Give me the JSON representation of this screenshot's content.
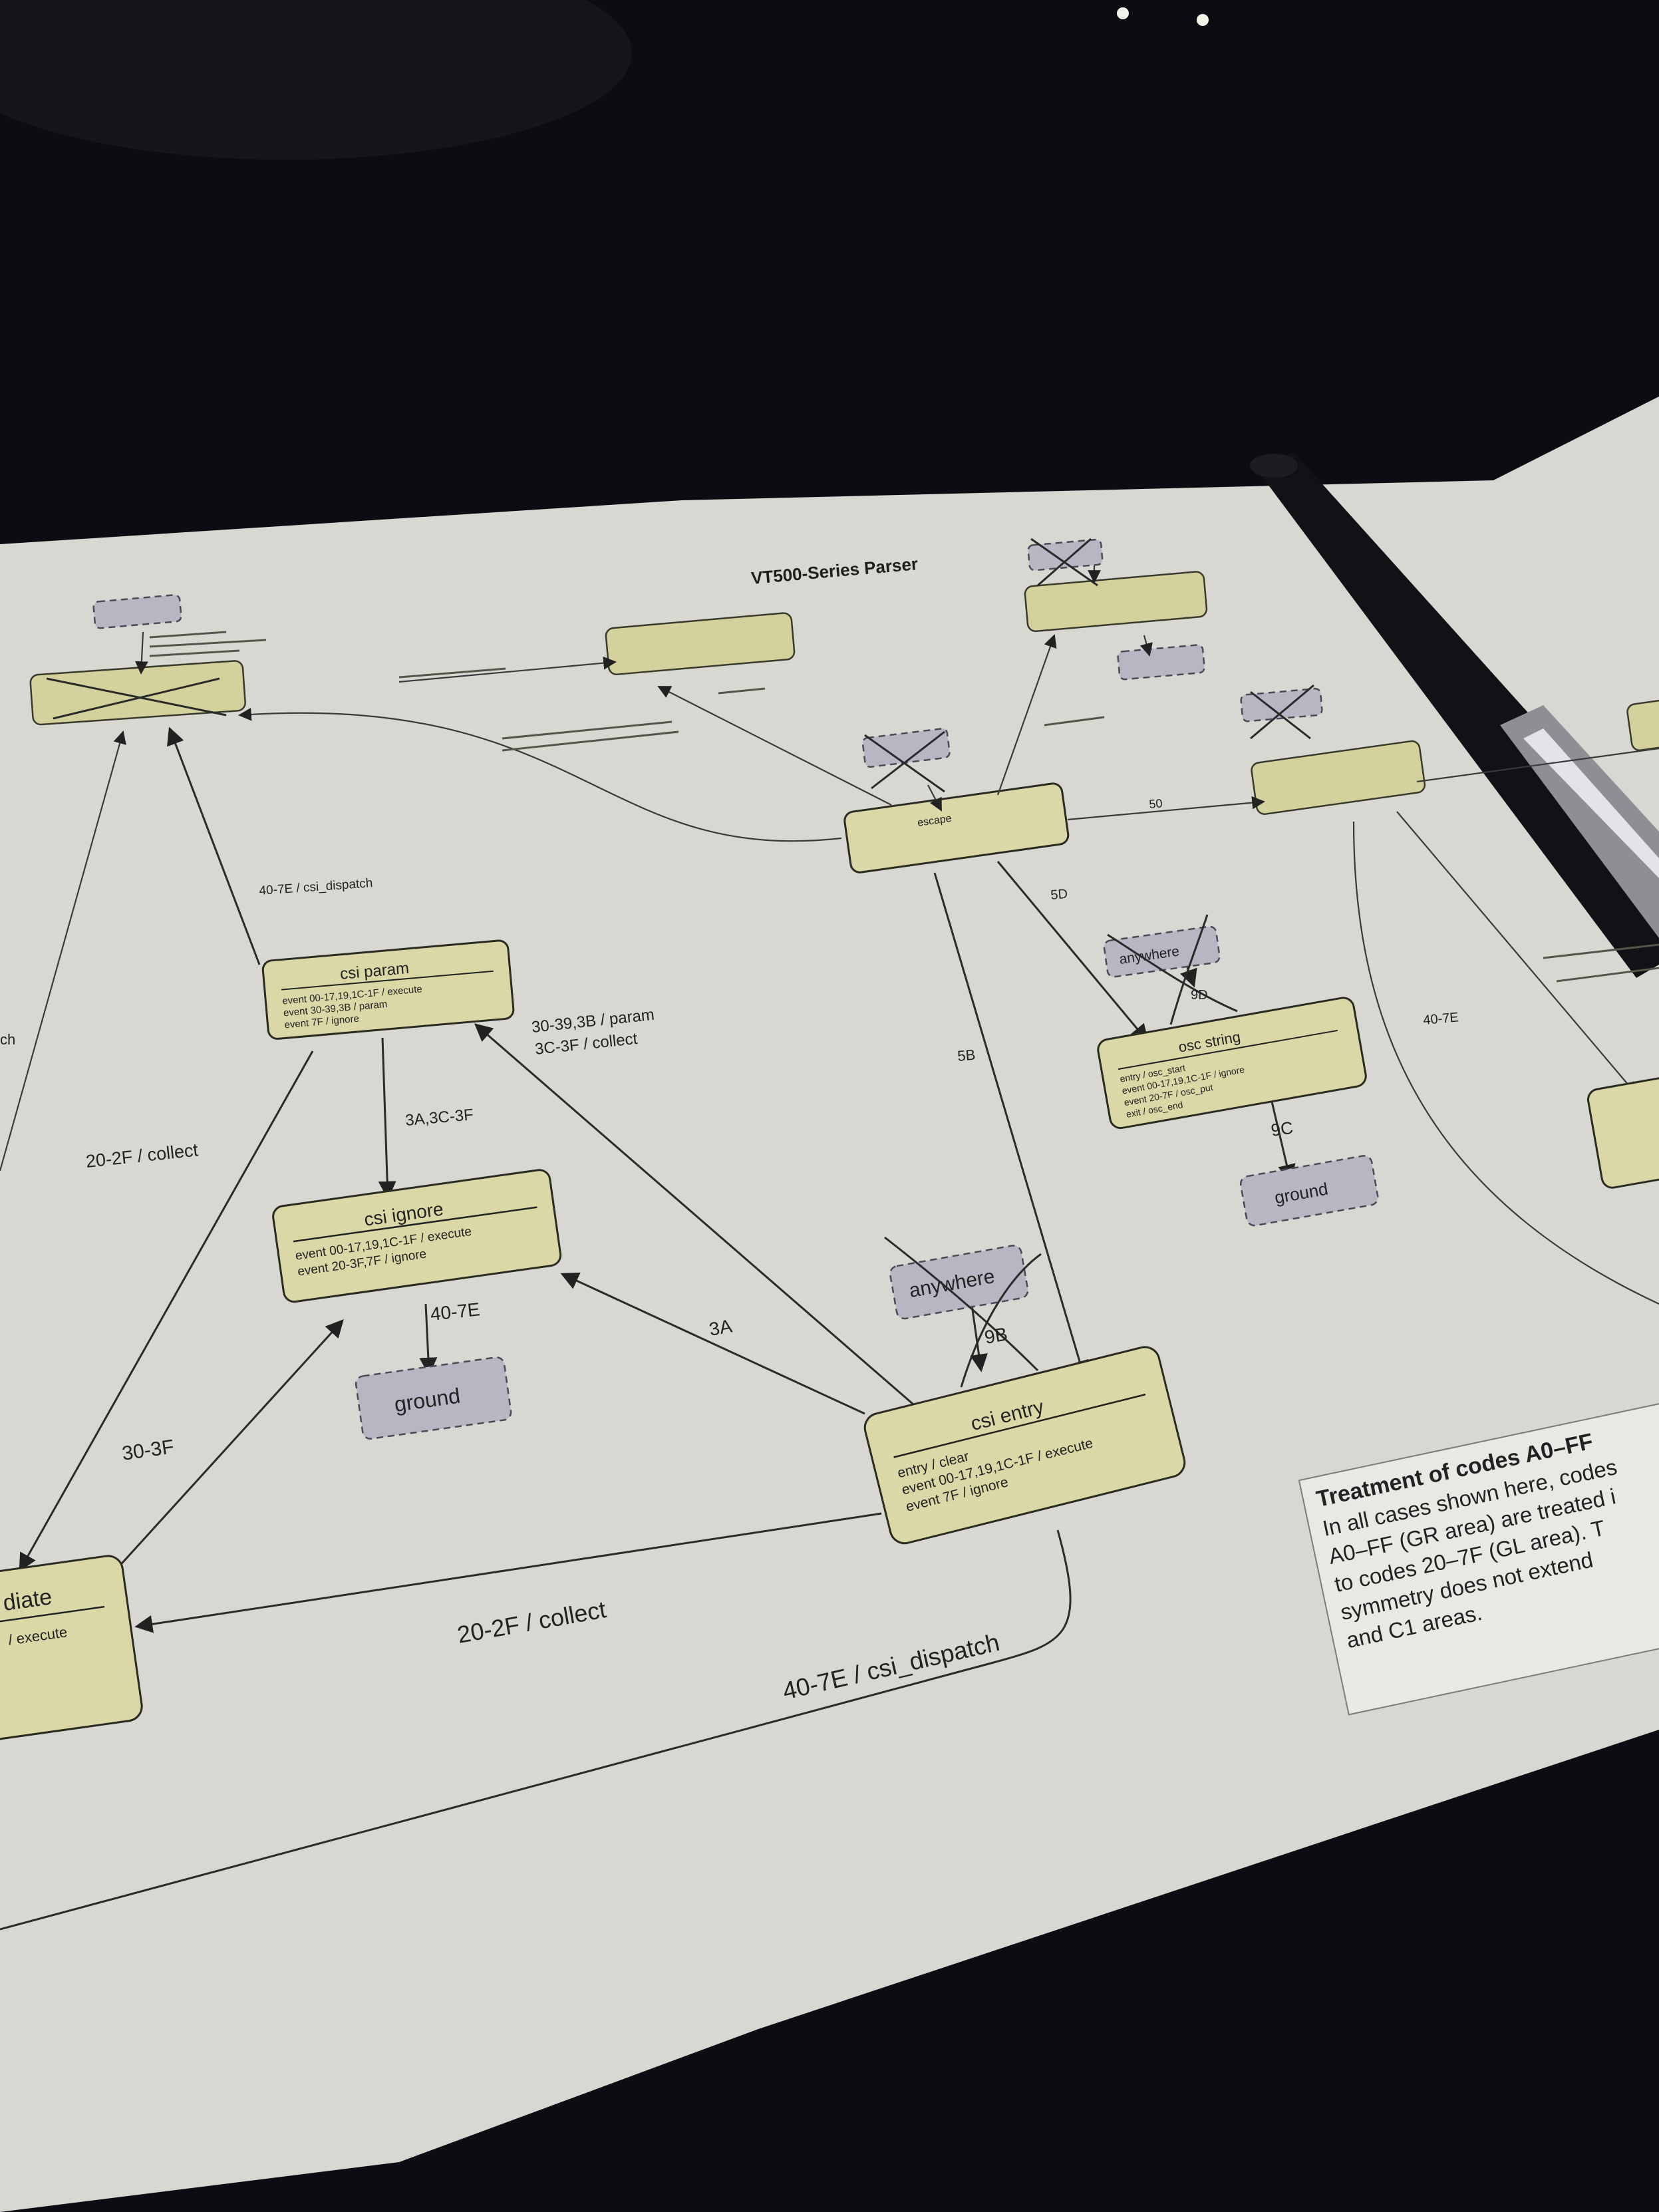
{
  "diagram": {
    "title": "VT500-Series Parser",
    "states": {
      "csi_param": {
        "name": "csi param",
        "lines": [
          "event 00-17,19,1C-1F / execute",
          "event 30-39,3B / param",
          "event 7F / ignore"
        ]
      },
      "csi_ignore": {
        "name": "csi ignore",
        "lines": [
          "event 00-17,19,1C-1F / execute",
          "event 20-3F,7F / ignore"
        ]
      },
      "csi_entry": {
        "name": "csi entry",
        "lines": [
          "entry / clear",
          "event 00-17,19,1C-1F / execute",
          "event 7F / ignore"
        ]
      },
      "osc_string": {
        "name": "osc string",
        "lines": [
          "entry / osc_start",
          "event 00-17,19,1C-1F / ignore",
          "event 20-7F / osc_put",
          "exit / osc_end"
        ]
      },
      "escape": {
        "name": "escape"
      },
      "csi_intermediate": {
        "name": "diate",
        "lines": [
          "/ execute"
        ]
      }
    },
    "ground_labels": [
      "ground",
      "ground"
    ],
    "anywhere_labels": [
      "anywhere",
      "anywhere"
    ],
    "edge_labels": {
      "csi_param_to_ground": "40-7E / csi_dispatch",
      "csi_entry_to_param": "30-39,3B / param",
      "csi_entry_to_param_2": "3C-3F / collect",
      "param_to_ignore": "3A,3C-3F",
      "param_to_intermediate": "20-2F / collect",
      "ignore_to_ground": "40-7E",
      "intermediate_to_ignore": "30-3F",
      "entry_to_ignore": "3A",
      "entry_to_intermediate": "20-2F / collect",
      "entry_dispatch": "40-7E / csi_dispatch",
      "escape_to_csi": "5B",
      "escape_to_osc": "5D",
      "osc_to_ground": "9C",
      "anywhere_9b": "9B",
      "anywhere_9d": "9D",
      "escape_to_dcs": "50",
      "dcs_40_7e": "40-7E",
      "left_fragment": "ch"
    },
    "note": {
      "heading": "Treatment of codes A0–FF",
      "lines": [
        "In all cases shown here, codes",
        "A0–FF (GR area) are treated i",
        "to codes 20–7F (GL area). T",
        "symmetry does not extend",
        "and C1 areas."
      ]
    }
  },
  "colors": {
    "background": "#0c0d13",
    "paper": "#d9d7d2",
    "state_fill": "#d9d8a6",
    "ground_fill": "#b9b5c2"
  }
}
